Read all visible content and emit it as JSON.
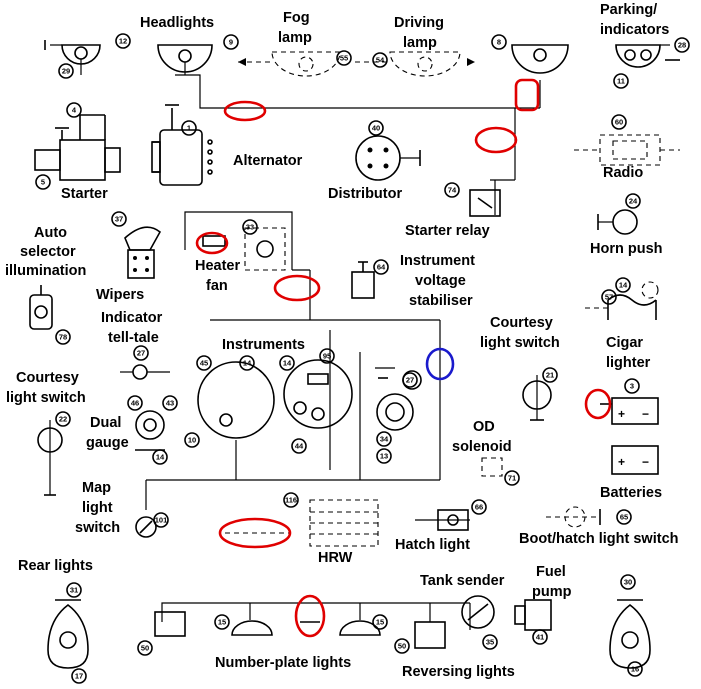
{
  "labels": {
    "headlights": "Headlights",
    "fog_lamp": [
      "Fog",
      "lamp"
    ],
    "driving_lamp": [
      "Driving",
      "lamp"
    ],
    "parking_indicators": [
      "Parking/",
      "indicators"
    ],
    "alternator": "Alternator",
    "starter": "Starter",
    "distributor": "Distributor",
    "radio": "Radio",
    "starter_relay": "Starter relay",
    "horn_push": "Horn push",
    "auto_selector": [
      "Auto",
      "selector",
      "illumination"
    ],
    "wipers": "Wipers",
    "heater_fan": [
      "Heater",
      "fan"
    ],
    "instrument_voltage": [
      "Instrument",
      "voltage",
      "stabiliser"
    ],
    "indicator_telltale": [
      "Indicator",
      "tell-tale"
    ],
    "instruments": "Instruments",
    "courtesy_right": [
      "Courtesy",
      "light switch"
    ],
    "cigar_lighter": [
      "Cigar",
      "lighter"
    ],
    "courtesy_left": [
      "Courtesy",
      "light switch"
    ],
    "dual_gauge": [
      "Dual",
      "gauge"
    ],
    "od_solenoid": [
      "OD",
      "solenoid"
    ],
    "batteries": "Batteries",
    "map_light": [
      "Map",
      "light",
      "switch"
    ],
    "hrw": "HRW",
    "hatch_light": "Hatch light",
    "boot_hatch": "Boot/hatch light switch",
    "rear_lights": "Rear lights",
    "tank_sender": "Tank sender",
    "fuel_pump": [
      "Fuel",
      "pump"
    ],
    "number_plate": "Number-plate lights",
    "reversing": "Reversing lights"
  },
  "component_numbers": {
    "n12": "12",
    "n29": "29",
    "n9": "9",
    "n55": "55",
    "n54": "54",
    "n8": "8",
    "n28": "28",
    "n11": "11",
    "n4": "4",
    "n5": "5",
    "n1": "1",
    "n40": "40",
    "n60": "60",
    "n74": "74",
    "n24": "24",
    "n37": "37",
    "n33": "33",
    "n64": "64",
    "n14a": "14",
    "n57": "57",
    "n78": "78",
    "n27a": "27",
    "n45": "45",
    "n14b": "14",
    "n14c": "14",
    "n95": "95",
    "n27b": "27",
    "n21": "21",
    "n3": "3",
    "n22": "22",
    "n46": "46",
    "n43": "43",
    "n10": "10",
    "n44": "44",
    "n34": "34",
    "n13": "13",
    "n14d": "14",
    "n71": "71",
    "n101": "101",
    "n116": "116",
    "n66": "66",
    "n65": "65",
    "n31": "31",
    "n17": "17",
    "n30": "30",
    "n16": "16",
    "n50a": "50",
    "n15a": "15",
    "n15b": "15",
    "n50b": "50",
    "n35": "35",
    "n41": "41"
  },
  "highlight_colors": {
    "red": "#e00000",
    "blue": "#1a1acc"
  }
}
